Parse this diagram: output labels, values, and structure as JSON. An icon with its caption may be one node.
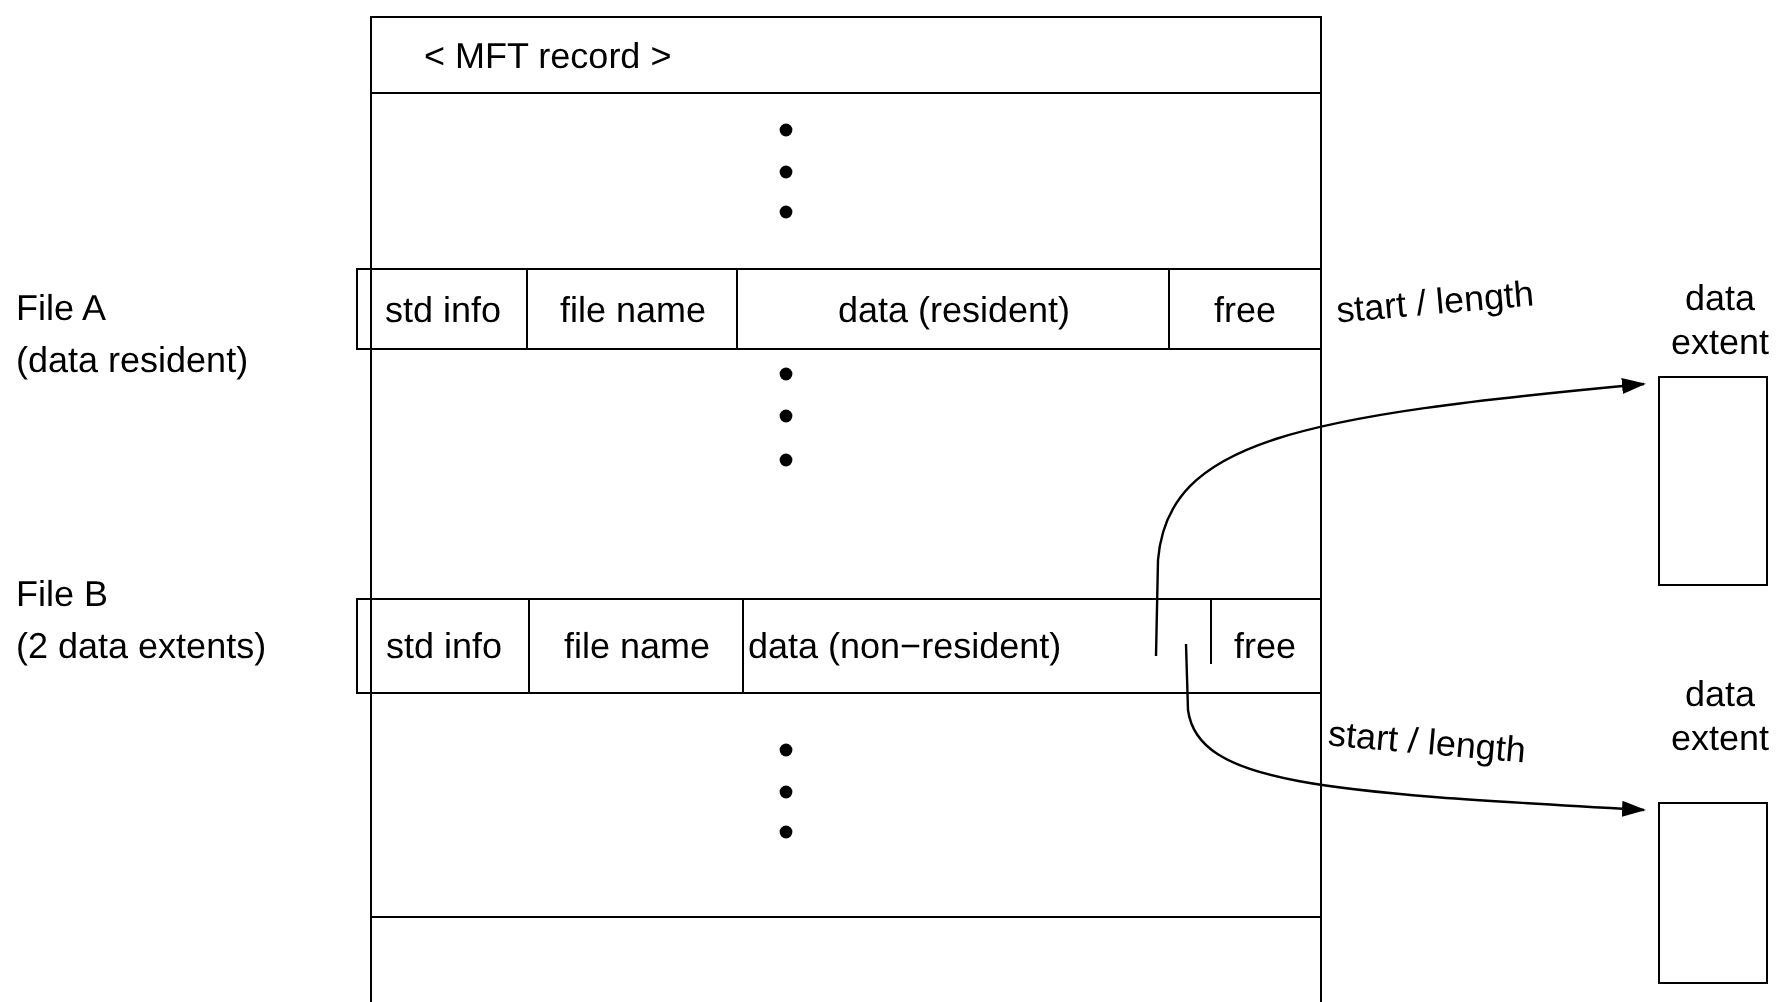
{
  "diagram": {
    "nodes": [
      {
        "text": [
          "< MFT record >"
        ]
      },
      {
        "text": [
          "std info"
        ],
        "in": 0
      },
      {
        "text": [
          "file name"
        ],
        "in": 0
      },
      {
        "text": [
          "data (resident)"
        ],
        "in": 0
      },
      {
        "text": [
          "free"
        ],
        "in": 0
      },
      {
        "text": [
          "std info"
        ],
        "in": 0
      },
      {
        "text": [
          "file name"
        ],
        "in": 0
      },
      {
        "text": [
          "data (non−resident)"
        ],
        "in": 0
      },
      {
        "text": [
          "free"
        ],
        "in": 0
      },
      {
        "text": [
          "data extent"
        ]
      },
      {
        "text": [
          "data extent"
        ]
      }
    ],
    "edges": [
      {
        "from": 7,
        "to": 9,
        "arrow": "to",
        "label": "start / length"
      },
      {
        "from": 7,
        "to": 10,
        "arrow": "to",
        "label": "start / length"
      }
    ],
    "labels": [
      "File A",
      "(data resident)",
      "File B",
      "(2 data extents)"
    ]
  }
}
